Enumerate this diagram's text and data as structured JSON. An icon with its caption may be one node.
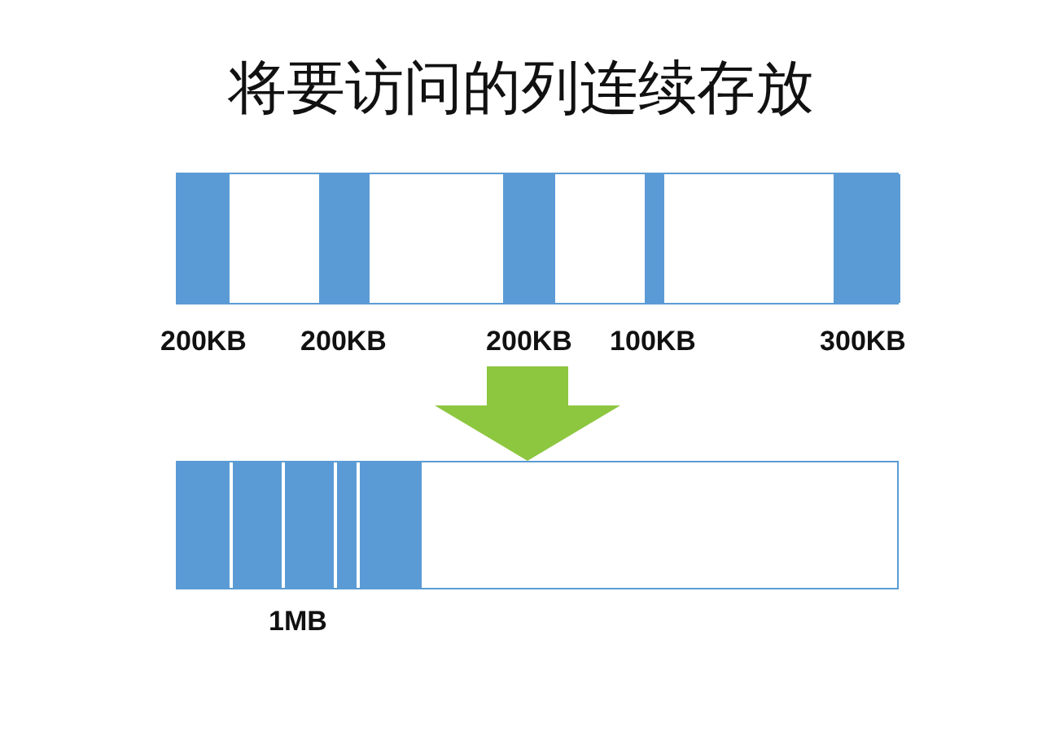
{
  "diagram": {
    "title": "将要访问的列连续存放",
    "nodes": [
      {
        "text": [],
        "shape": "bar"
      },
      {
        "text": [],
        "shape": "bar",
        "beside": [
          "1MB"
        ]
      }
    ],
    "edges": [
      {
        "from": 0,
        "to": 1,
        "arrow": "to",
        "color": "#8dc63f"
      }
    ],
    "labels": [
      "200KB",
      "200KB",
      "200KB",
      "100KB",
      "300KB"
    ]
  }
}
